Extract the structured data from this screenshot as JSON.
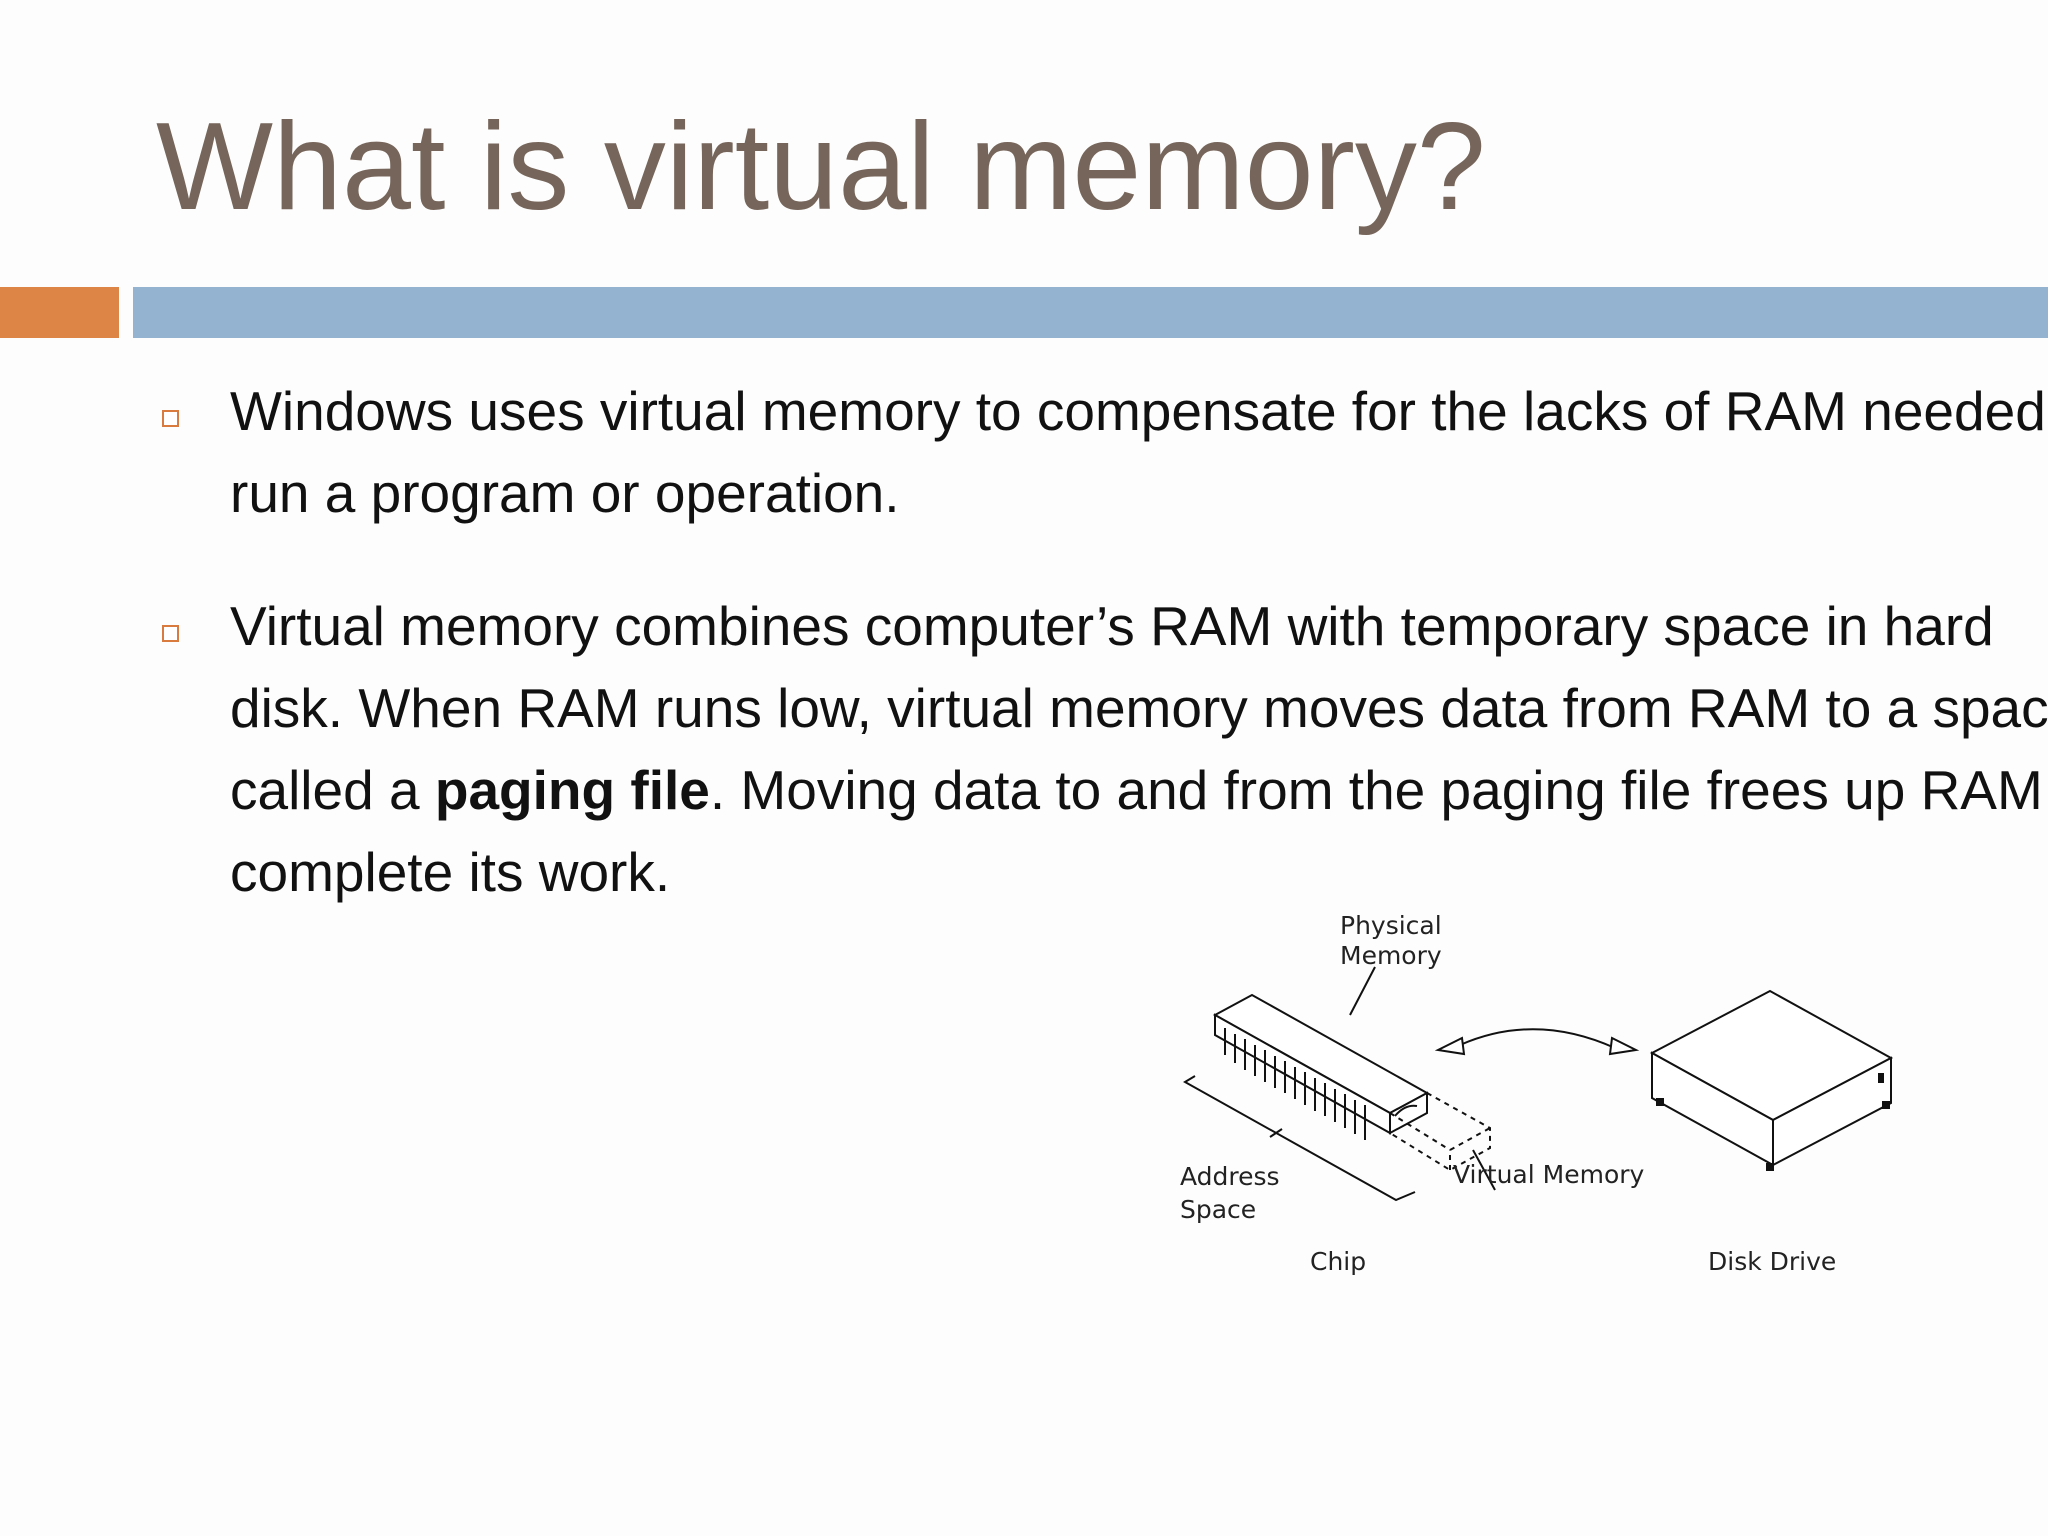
{
  "slide": {
    "title": "What is virtual memory?",
    "bullets": [
      {
        "text": "Windows uses virtual memory to compensate for the lacks of RAM needed to run a program or operation."
      },
      {
        "text_before": "Virtual memory combines computer’s RAM with temporary space in hard disk. When RAM runs low, virtual memory moves data from RAM to a space called a ",
        "bold": "paging file",
        "text_after": ". Moving data to and from the paging file frees up RAM to complete its work."
      }
    ]
  },
  "diagram": {
    "labels": {
      "physical_line1": "Physical",
      "physical_line2": "Memory",
      "address_line1": "Address",
      "address_line2": "Space",
      "virtual_memory": "Virtual Memory",
      "chip": "Chip",
      "disk_drive": "Disk Drive"
    }
  },
  "colors": {
    "title": "#76655a",
    "accent_bar": "#dd8547",
    "main_bar": "#94b3d1",
    "bullet_marker": "#d97b3e"
  }
}
